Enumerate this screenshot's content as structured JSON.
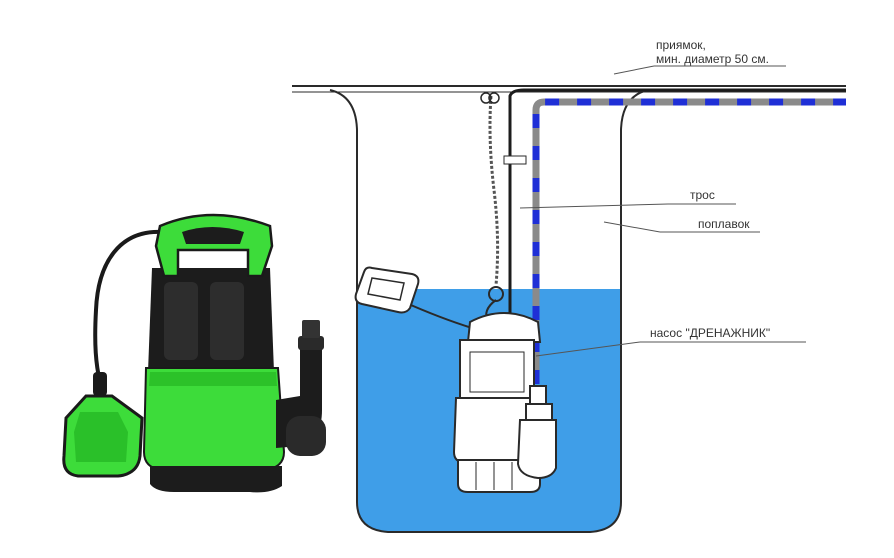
{
  "labels": {
    "pit_line1": "приямок,",
    "pit_line2": "мин. диаметр 50 см.",
    "rope": "трос",
    "float": "поплавок",
    "pump": "насос \"ДРЕНАЖНИК\""
  },
  "colors": {
    "water": "#3f9ee8",
    "pump_green": "#3ddc3a",
    "pump_black": "#1c1c1c",
    "hose_gray": "#8a8a8a",
    "hose_blue": "#1f2fd6",
    "outline": "#2a2a2a"
  },
  "icons": {
    "product_photo": "green-submersible-pump-icon",
    "float_switch": "float-switch-icon",
    "pump_sketch": "drainage-pump-icon"
  }
}
